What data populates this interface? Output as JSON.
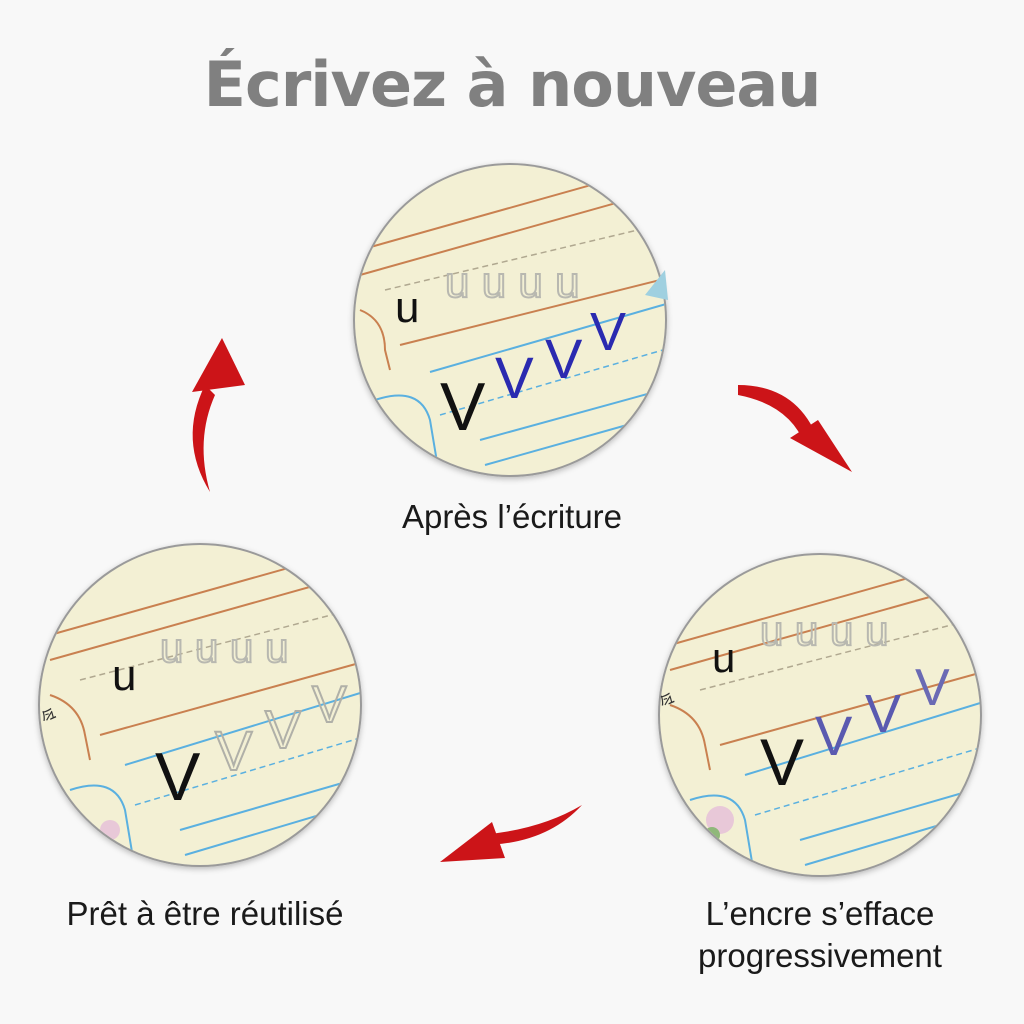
{
  "title": "Écrivez à nouveau",
  "steps": [
    {
      "caption": "Après l’écriture",
      "state": "ink-fresh",
      "ink_color": "#2a2ab0",
      "letters": [
        "u",
        "u",
        "u",
        "u",
        "v",
        "v",
        "v",
        "v"
      ]
    },
    {
      "caption_lines": [
        "L’encre s’efface",
        "progressivement"
      ],
      "state": "ink-fading",
      "ink_color": "#5a5ab0",
      "letters": [
        "u",
        "u",
        "u",
        "u",
        "v",
        "v",
        "v",
        "v"
      ]
    },
    {
      "caption": "Prêt à être réutilisé",
      "state": "ink-gone",
      "ink_color": "#b0b0a8",
      "letters": [
        "u",
        "u",
        "u",
        "u",
        "v",
        "v",
        "v",
        "v"
      ]
    }
  ],
  "colors": {
    "title": "#808080",
    "arrow": "#cc1418",
    "paper": "#f3f0d4",
    "guide_orange": "#c98050",
    "guide_blue": "#5ab0e0",
    "groove": "#b8b8b0",
    "model_letter": "#111111"
  },
  "icons": [
    "cycle-arrow-icon",
    "cycle-arrow-icon",
    "cycle-arrow-icon"
  ]
}
